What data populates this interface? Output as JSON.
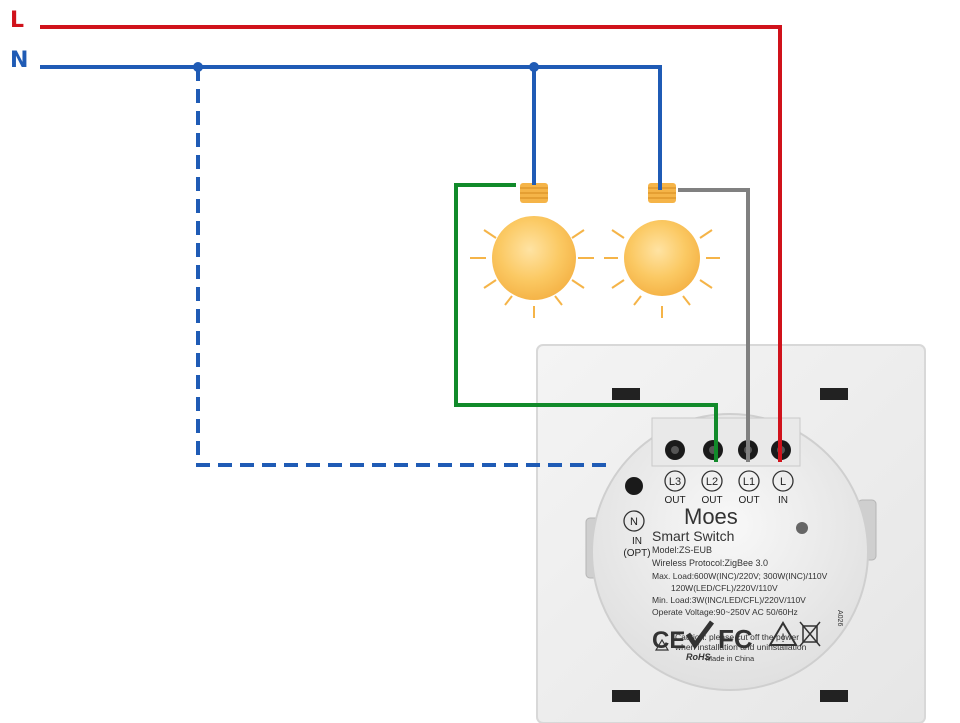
{
  "wires": {
    "live_label": "L",
    "neutral_label": "N",
    "live_color": "#d0121b",
    "neutral_color": "#1f5bb5",
    "green_color": "#118a2a",
    "grey_color": "#808080"
  },
  "terminals": [
    {
      "id": "L3",
      "sub": "OUT"
    },
    {
      "id": "L2",
      "sub": "OUT"
    },
    {
      "id": "L1",
      "sub": "OUT"
    },
    {
      "id": "L",
      "sub": "IN"
    }
  ],
  "neutral_terminal": {
    "id": "N",
    "sub1": "IN",
    "sub2": "(OPT)"
  },
  "module": {
    "brand": "Moes",
    "product": "Smart Switch",
    "model": "Model:ZS-EUB",
    "protocol": "Wireless Protocol:ZigBee 3.0",
    "max_load_1": "Max. Load:600W(INC)/220V; 300W(INC)/110V",
    "max_load_2": "120W(LED/CFL)/220V/110V",
    "min_load": "Min. Load:3W(INC/LED/CFL)/220V/110V",
    "voltage": "Operate Voltage:90~250V AC 50/60Hz",
    "caution_1": "Caution: please cut off the power",
    "caution_2": "when installation and uninstallation",
    "made_in": "Made in China",
    "side_code": "A026",
    "cert_ce": "CE",
    "cert_rohs": "RoHS",
    "cert_fc": "FC"
  }
}
